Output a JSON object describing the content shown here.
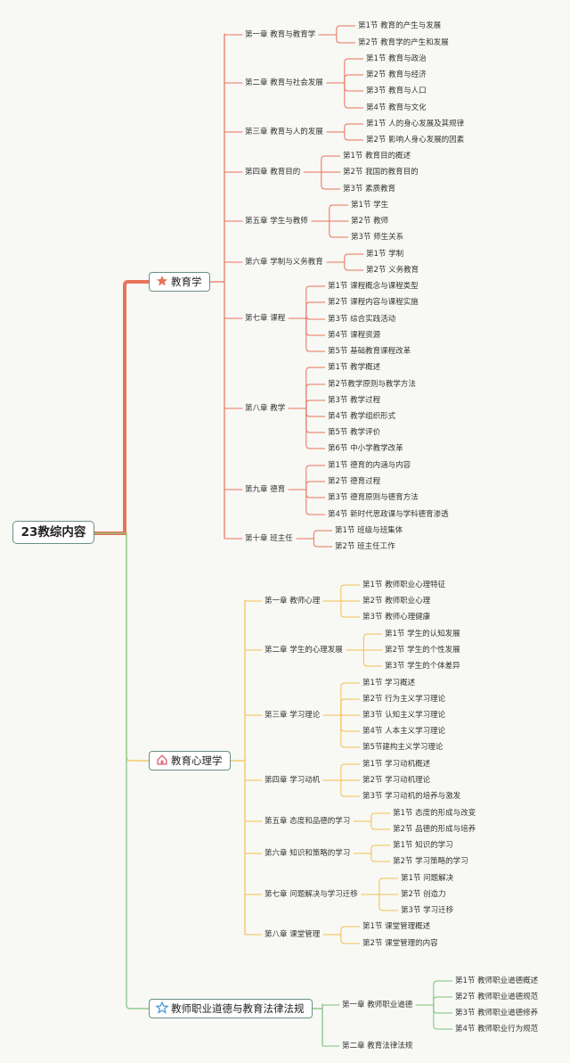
{
  "root": "23教综内容",
  "branches": [
    {
      "title": "教育学",
      "icon": "star-filled-icon",
      "color": "#e8735a",
      "chapters": [
        {
          "title": "第一章 教育与教育学",
          "sections": [
            "第1节 教育的产生与发展",
            "第2节 教育学的产生和发展"
          ]
        },
        {
          "title": "第二章 教育与社会发展",
          "sections": [
            "第1节 教育与政治",
            "第2节 教育与经济",
            "第3节 教育与人口",
            "第4节 教育与文化"
          ]
        },
        {
          "title": "第三章 教育与人的发展",
          "sections": [
            "第1节 人的身心发展及其规律",
            "第2节 影响人身心发展的因素"
          ]
        },
        {
          "title": "第四章 教育目的",
          "sections": [
            "第1节 教育目的概述",
            "第2节 我国的教育目的",
            "第3节 素质教育"
          ]
        },
        {
          "title": "第五章 学生与教师",
          "sections": [
            "第1节 学生",
            "第2节 教师",
            "第3节 师生关系"
          ]
        },
        {
          "title": "第六章 学制与义务教育",
          "sections": [
            "第1节 学制",
            "第2节 义务教育"
          ]
        },
        {
          "title": "第七章 课程",
          "sections": [
            "第1节 课程概念与课程类型",
            "第2节 课程内容与课程实施",
            "第3节 综合实践活动",
            "第4节 课程资源",
            "第5节 基础教育课程改革"
          ]
        },
        {
          "title": "第八章 教学",
          "sections": [
            "第1节 教学概述",
            "第2节教学原则与教学方法",
            "第3节 教学过程",
            "第4节 教学组织形式",
            "第5节 教学评价",
            "第6节 中小学教学改革"
          ]
        },
        {
          "title": "第九章 德育",
          "sections": [
            "第1节 德育的内涵与内容",
            "第2节 德育过程",
            "第3节 德育原则与德育方法",
            "第4节 新时代思政课与学科德育渗透"
          ]
        },
        {
          "title": "第十章 班主任",
          "sections": [
            "第1节 班级与班集体",
            "第2节 班主任工作"
          ]
        }
      ]
    },
    {
      "title": "教育心理学",
      "icon": "home-icon",
      "color": "#efc24e",
      "chapters": [
        {
          "title": "第一章 教师心理",
          "sections": [
            "第1节 教师职业心理特征",
            "第2节 教师职业心理",
            "第3节 教师心理健康"
          ]
        },
        {
          "title": "第二章 学生的心理发展",
          "sections": [
            "第1节 学生的认知发展",
            "第2节 学生的个性发展",
            "第3节 学生的个体差异"
          ]
        },
        {
          "title": "第三章 学习理论",
          "sections": [
            "第1节 学习概述",
            "第2节 行为主义学习理论",
            "第3节 认知主义学习理论",
            "第4节 人本主义学习理论",
            "第5节建构主义学习理论"
          ]
        },
        {
          "title": "第四章 学习动机",
          "sections": [
            "第1节 学习动机概述",
            "第2节 学习动机理论",
            "第3节 学习动机的培养与激发"
          ]
        },
        {
          "title": "第五章 态度和品德的学习",
          "sections": [
            "第1节 态度的形成与改变",
            "第2节 品德的形成与培养"
          ]
        },
        {
          "title": "第六章 知识和策略的学习",
          "sections": [
            "第1节 知识的学习",
            "第2节 学习策略的学习"
          ]
        },
        {
          "title": "第七章 问题解决与学习迁移",
          "sections": [
            "第1节 问题解决",
            "第2节 创造力",
            "第3节 学习迁移"
          ]
        },
        {
          "title": "第八章 课堂管理",
          "sections": [
            "第1节 课堂管理概述",
            "第2节 课堂管理的内容"
          ]
        }
      ]
    },
    {
      "title": "教师职业道德与教育法律法规",
      "icon": "star-outline-icon",
      "color": "#7cc27a",
      "chapters": [
        {
          "title": "第一章 教师职业道德",
          "sections": [
            "第1节 教师职业道德概述",
            "第2节 教师职业道德规范",
            "第3节 教师职业道德修养",
            "第4节 教师职业行为规范"
          ]
        },
        {
          "title": "第二章 教育法律法规",
          "sections": []
        }
      ]
    }
  ]
}
